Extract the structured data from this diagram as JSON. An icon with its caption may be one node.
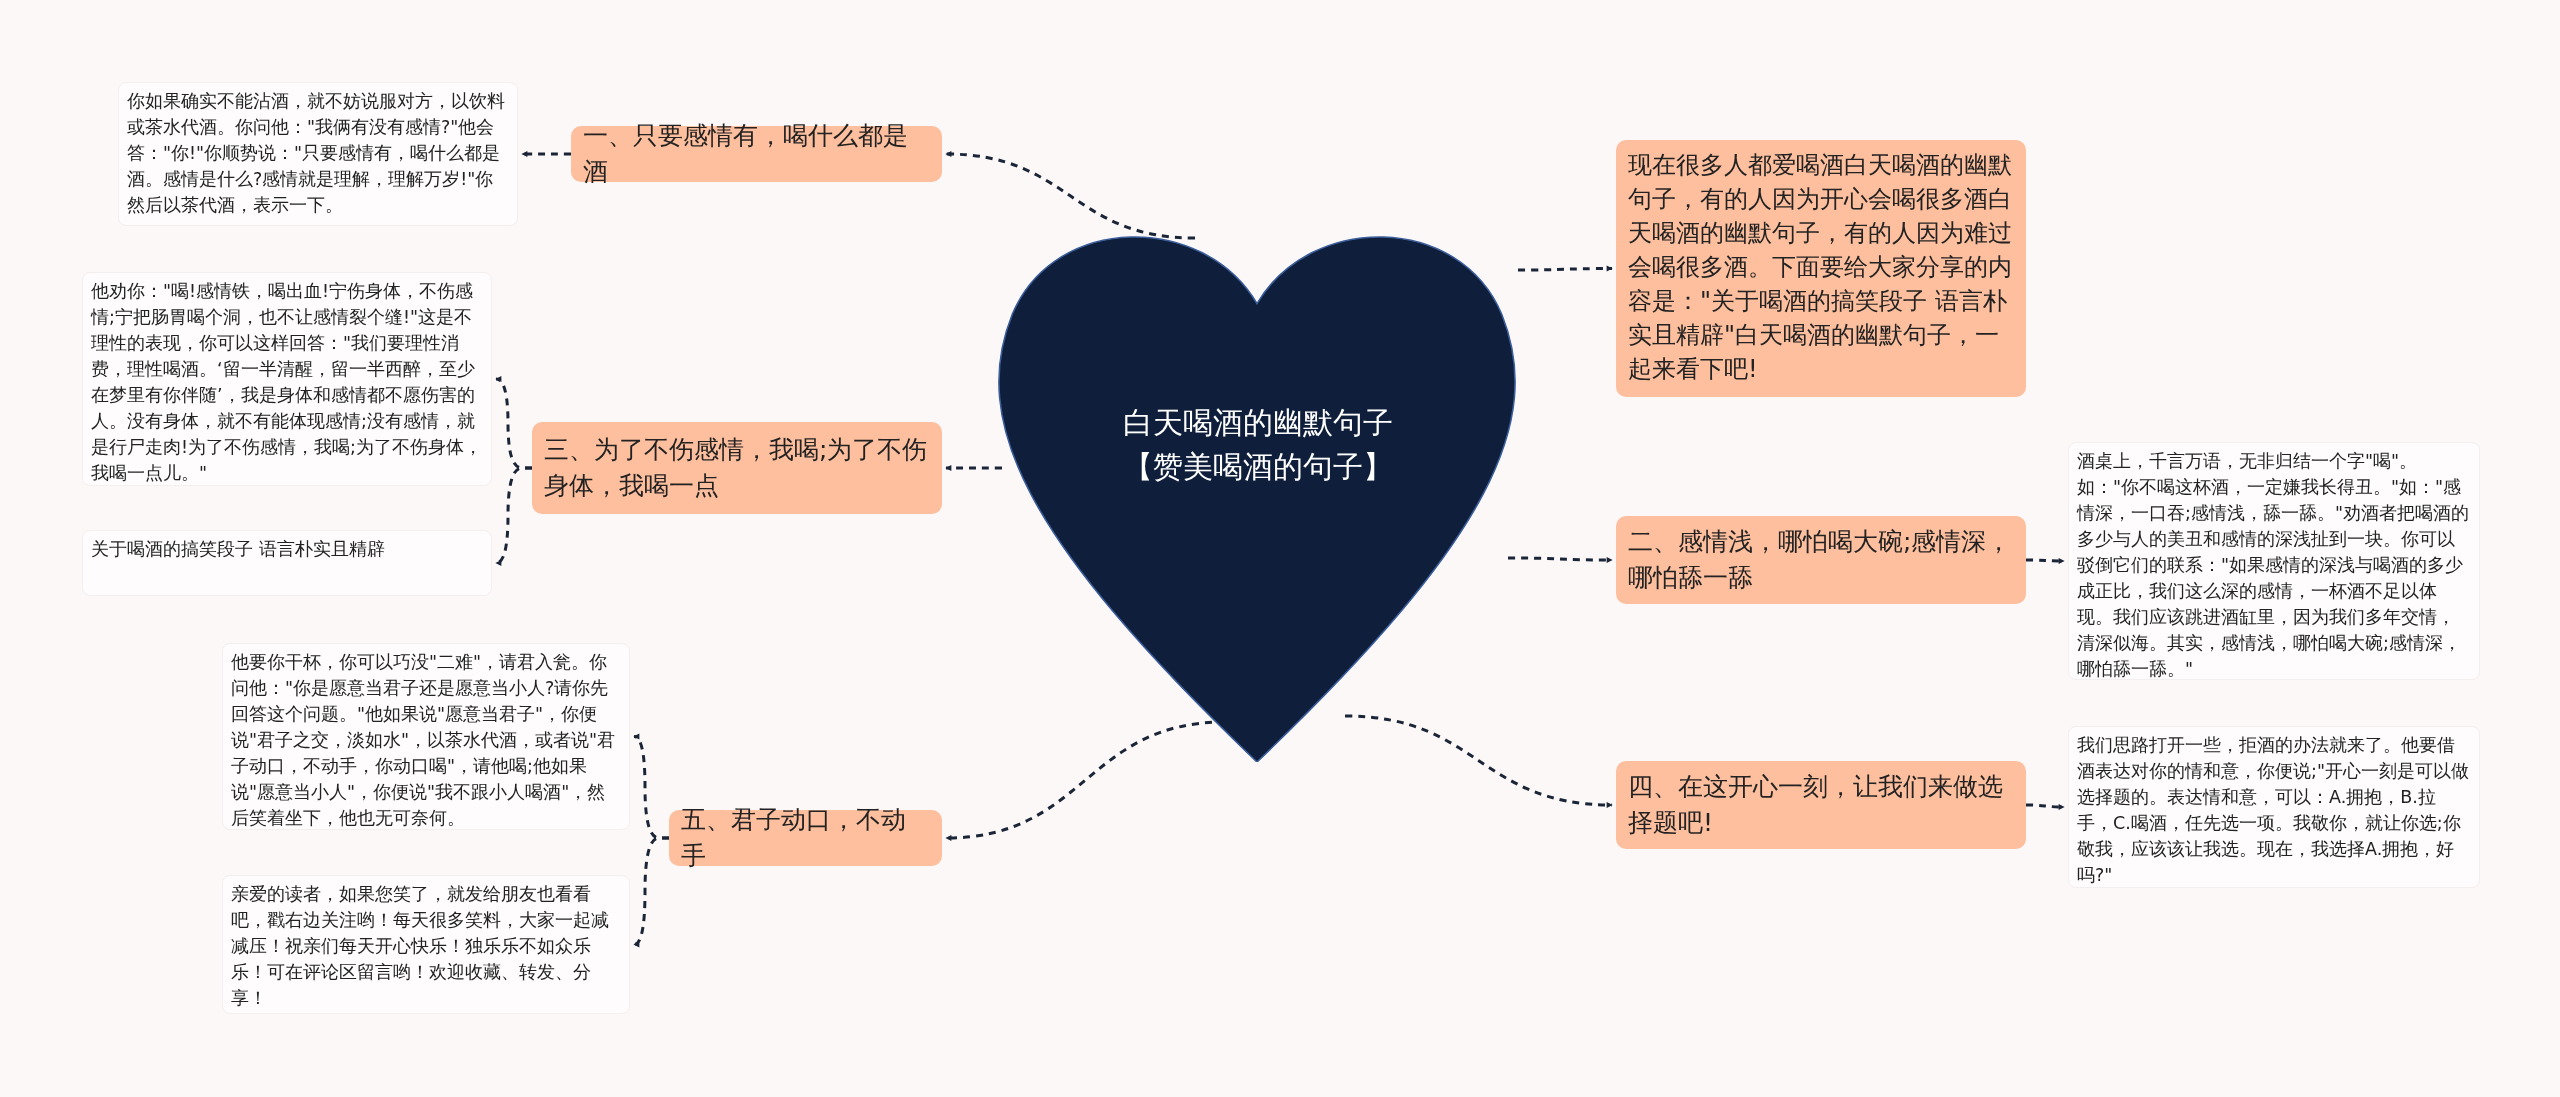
{
  "diagram": {
    "nodes": [
      {
        "text": [
          "白天喝酒的幽默句子【赞美喝酒的句子】"
        ]
      },
      {
        "text": [
          "一、只要感情有，喝什么都是酒"
        ]
      },
      {
        "text": [
          "你如果确实不能沾酒，就不妨说服对方，以饮料或茶水代酒。你问他：\"我俩有没有感情?\"他会答：\"你!\"你顺势说：\"只要感情有，喝什么都是酒。感情是什么?感情就是理解，理解万岁!\"你然后以茶代酒，表示一下。"
        ]
      },
      {
        "text": [
          "三、为了不伤感情，我喝;为了不伤身体，我喝一点"
        ]
      },
      {
        "text": [
          "他劝你：\"喝!感情铁，喝出血!宁伤身体，不伤感情;宁把肠胃喝个洞，也不让感情裂个缝!\"这是不理性的表现，你可以这样回答：\"我们要理性消费，理性喝酒。‘留一半清醒，留一半西醉，至少在梦里有你伴随’，我是身体和感情都不愿伤害的人。没有身体，就不有能体现感情;没有感情，就是行尸走肉!为了不伤感情，我喝;为了不伤身体，我喝一点儿。\""
        ]
      },
      {
        "text": [
          "关于喝酒的搞笑段子 语言朴实且精辟"
        ]
      },
      {
        "text": [
          "五、君子动口，不动手"
        ]
      },
      {
        "text": [
          "他要你干杯，你可以巧没\"二难\"，请君入瓮。你问他：\"你是愿意当君子还是愿意当小人?请你先回答这个问题。\"他如果说\"愿意当君子\"，你便说\"君子之交，淡如水\"，以茶水代酒，或者说\"君子动口，不动手，你动口喝\"，请他喝;他如果说\"愿意当小人\"，你便说\"我不跟小人喝酒\"，然后笑着坐下，他也无可奈何。"
        ]
      },
      {
        "text": [
          "亲爱的读者，如果您笑了，就发给朋友也看看吧，戳右边关注哟！每天很多笑料，大家一起减减压！祝亲们每天开心快乐！独乐乐不如众乐乐！可在评论区留言哟！欢迎收藏、转发、分享！"
        ]
      },
      {
        "text": [
          "现在很多人都爱喝酒白天喝酒的幽默句子，有的人因为开心会喝很多酒白天喝酒的幽默句子，有的人因为难过会喝很多酒。下面要给大家分享的内容是：\"关于喝酒的搞笑段子 语言朴实且精辟\"白天喝酒的幽默句子，一起来看下吧!"
        ]
      },
      {
        "text": [
          "二、感情浅，哪怕喝大碗;感情深，哪怕舔一舔"
        ]
      },
      {
        "text": [
          "酒桌上，千言万语，无非归结一个字\"喝\"。如：\"你不喝这杯酒，一定嫌我长得丑。\"如：\"感情深，一口吞;感情浅，舔一舔。\"劝酒者把喝酒的多少与人的美丑和感情的深浅扯到一块。你可以驳倒它们的联系：\"如果感情的深浅与喝酒的多少成正比，我们这么深的感情，一杯酒不足以体现。我们应该跳进酒缸里，因为我们多年交情，清深似海。其实，感情浅，哪怕喝大碗;感情深，哪怕舔一舔。\""
        ]
      },
      {
        "text": [
          "四、在这开心一刻，让我们来做选择题吧!"
        ]
      },
      {
        "text": [
          "我们思路打开一些，拒酒的办法就来了。他要借酒表达对你的情和意，你便说;\"开心一刻是可以做选择题的。表达情和意，可以：A.拥抱，B.拉手，C.喝酒，任先选一项。我敬你，就让你选;你敬我，应该该让我选。现在，我选择A.拥抱，好吗?\""
        ]
      }
    ],
    "edges": [
      {
        "from": 0,
        "to": 1,
        "arrow": "to"
      },
      {
        "from": 1,
        "to": 2,
        "arrow": "to"
      },
      {
        "from": 0,
        "to": 3,
        "arrow": "to"
      },
      {
        "from": 3,
        "to": 4,
        "arrow": "to"
      },
      {
        "from": 3,
        "to": 5,
        "arrow": "to"
      },
      {
        "from": 0,
        "to": 6,
        "arrow": "to"
      },
      {
        "from": 6,
        "to": 7,
        "arrow": "to"
      },
      {
        "from": 6,
        "to": 8,
        "arrow": "to"
      },
      {
        "from": 0,
        "to": 9,
        "arrow": "to"
      },
      {
        "from": 0,
        "to": 10,
        "arrow": "to"
      },
      {
        "from": 10,
        "to": 11,
        "arrow": "to"
      },
      {
        "from": 0,
        "to": 12,
        "arrow": "to"
      },
      {
        "from": 12,
        "to": 13,
        "arrow": "to"
      }
    ]
  }
}
